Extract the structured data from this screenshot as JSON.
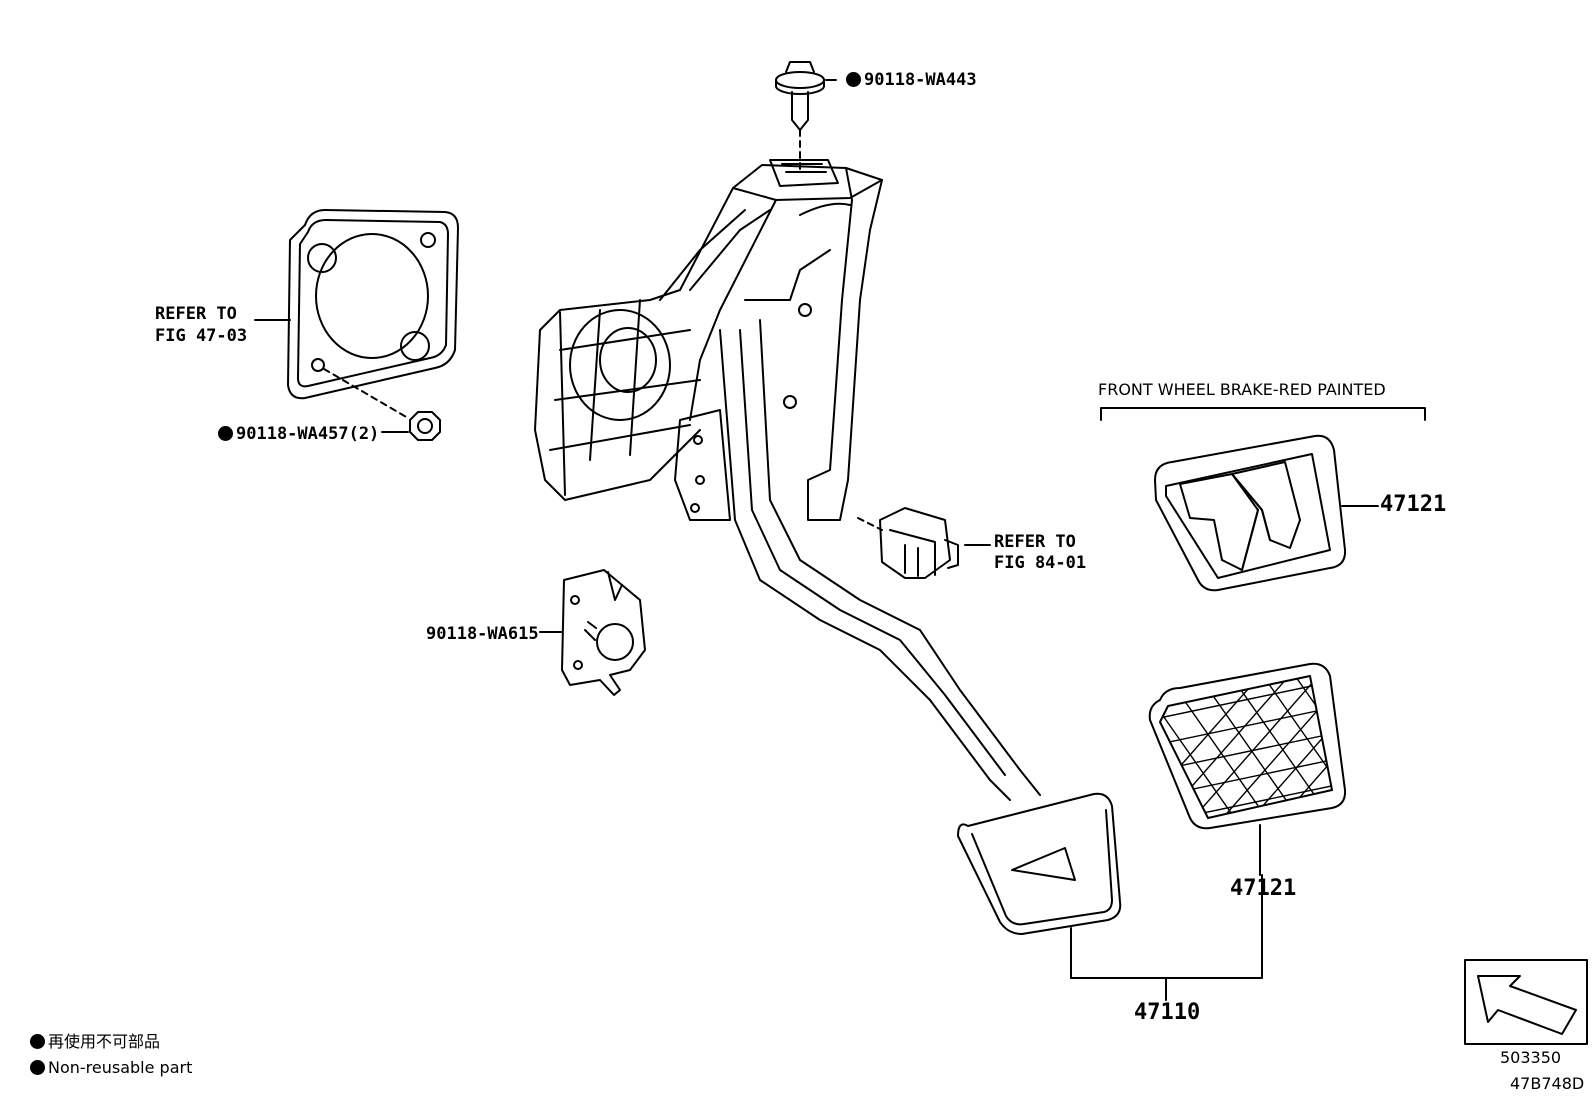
{
  "callouts": {
    "bolt_top": "90118-WA443",
    "refer_47_line1": "REFER TO",
    "refer_47_line2": "FIG 47-03",
    "nut": "90118-WA457(2)",
    "bracket_part": "90118-WA615",
    "refer_84_line1": "REFER TO",
    "refer_84_line2": "FIG 84-01",
    "pad_upper": "47121",
    "pad_lower": "47121",
    "pedal_assy": "47110",
    "red_painted_note": "FRONT WHEEL BRAKE-RED PAINTED"
  },
  "legend": {
    "jp": "再使用不可部品",
    "en": "Non-reusable part"
  },
  "orientation_box": {
    "code": "503350",
    "icon": "arrow-outline-icon"
  },
  "diagram_code": "47B748D",
  "colors": {
    "line": "#000000",
    "background": "#ffffff"
  }
}
